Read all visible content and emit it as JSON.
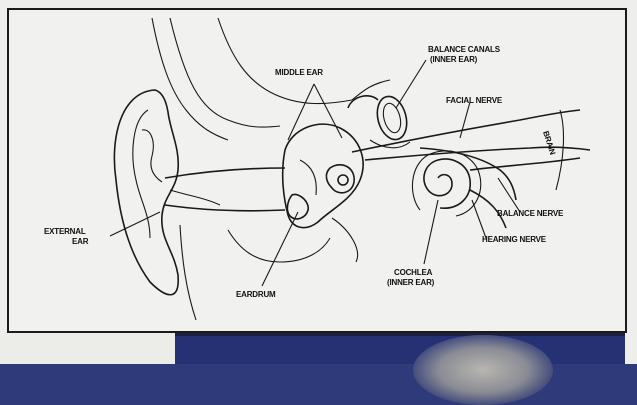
{
  "labels": {
    "middle_ear": "MIDDLE EAR",
    "balance_canals_1": "BALANCE CANALS",
    "balance_canals_2": "(INNER EAR)",
    "facial_nerve": "FACIAL NERVE",
    "brain": "BRAIN",
    "balance_nerve": "BALANCE NERVE",
    "hearing_nerve": "HEARING NERVE",
    "external_ear_1": "EXTERNAL",
    "external_ear_2": "EAR",
    "cochlea_1": "COCHLEA",
    "cochlea_2": "(INNER EAR)",
    "eardrum": "EARDRUM"
  },
  "colors": {
    "paper": "#f1f1ef",
    "ink": "#1a1a1a",
    "photo_blue": "#253173"
  }
}
